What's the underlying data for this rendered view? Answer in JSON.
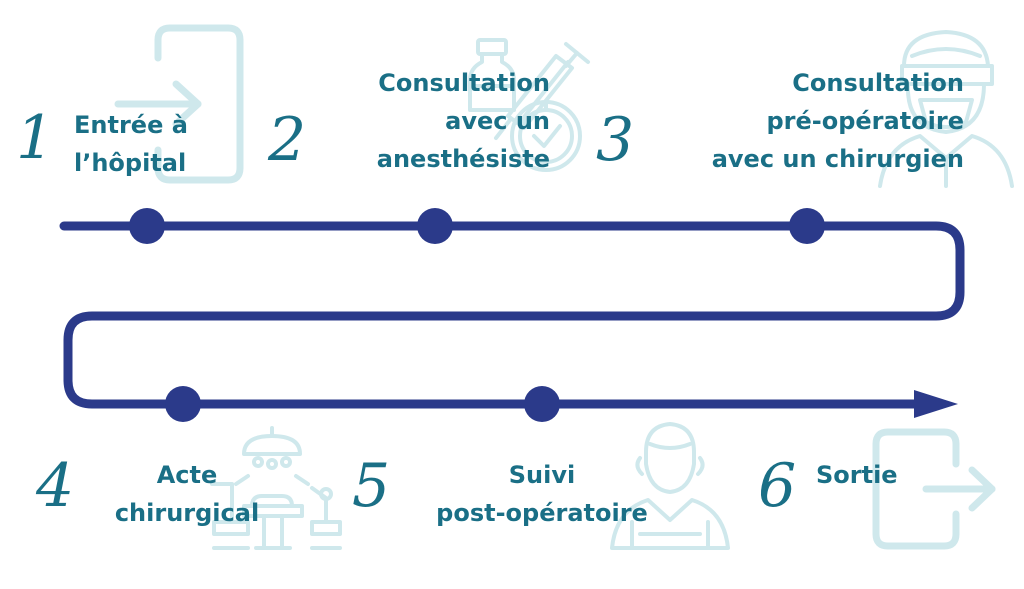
{
  "colors": {
    "track": "#2b3a8a",
    "text": "#1a6f86",
    "icon": "#cfe8ec"
  },
  "icons": [
    "door-enter-icon",
    "vial-syringe-clock-icon",
    "surgeon-icon",
    "operating-room-icon",
    "patient-icon",
    "door-exit-icon"
  ],
  "steps": [
    {
      "number": "1",
      "line1": "Entrée à",
      "line2": "l’hôpital",
      "line3": ""
    },
    {
      "number": "2",
      "line1": "Consultation",
      "line2": "avec un",
      "line3": "anesthésiste"
    },
    {
      "number": "3",
      "line1": "Consultation",
      "line2": "pré-opératoire",
      "line3": "avec un chirurgien"
    },
    {
      "number": "4",
      "line1": "Acte",
      "line2": "chirurgical",
      "line3": ""
    },
    {
      "number": "5",
      "line1": "Suivi",
      "line2": "post-opératoire",
      "line3": ""
    },
    {
      "number": "6",
      "line1": "Sortie",
      "line2": "",
      "line3": ""
    }
  ]
}
